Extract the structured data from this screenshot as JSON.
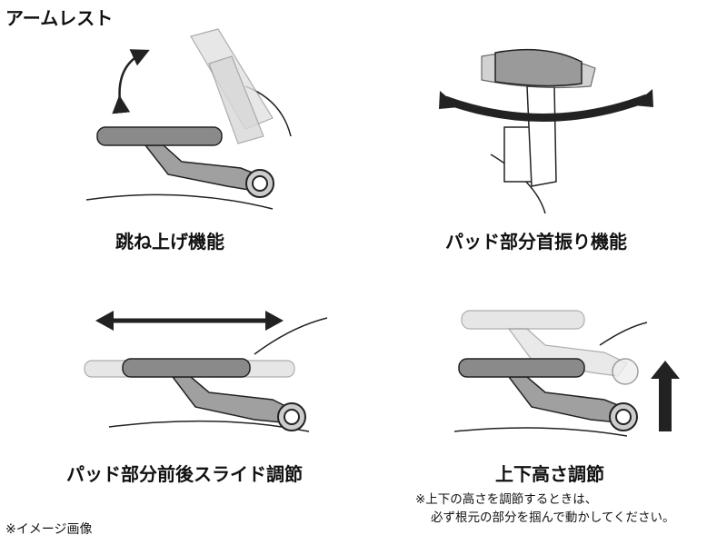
{
  "title": "アームレスト",
  "panels": [
    {
      "caption": "跳ね上げ機能"
    },
    {
      "caption": "パッド部分首振り機能"
    },
    {
      "caption": "パッド部分前後スライド調節"
    },
    {
      "caption": "上下高さ調節"
    }
  ],
  "note": {
    "line1": "※上下の高さを調節するときは、",
    "line2": "必ず根元の部分を掴んで動かしてください。"
  },
  "footnote": "※イメージ画像",
  "colors": {
    "pad": "#8a8a8a",
    "arm": "#a0a0a0",
    "ghost": "#d6d6d6",
    "arrow": "#222222"
  }
}
